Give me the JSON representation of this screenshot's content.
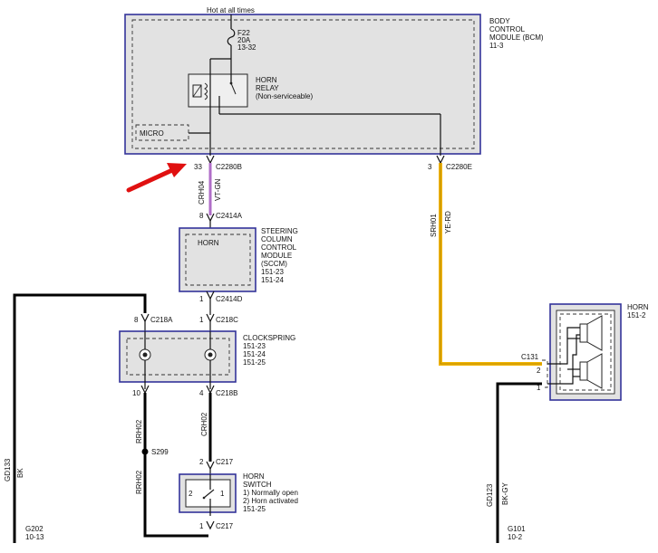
{
  "supply": {
    "label": "Hot at all times"
  },
  "fuse": {
    "name": "F22",
    "rating": "20A",
    "ref": "13-32"
  },
  "bcm": {
    "line1": "BODY",
    "line2": "CONTROL",
    "line3": "MODULE (BCM)",
    "ref": "11-3",
    "micro": "MICRO"
  },
  "relay": {
    "line1": "HORN",
    "line2": "RELAY",
    "line3": "(Non-serviceable)"
  },
  "conn_c2280b": {
    "pin": "33",
    "name": "C2280B"
  },
  "conn_c2280e": {
    "pin": "3",
    "name": "C2280E"
  },
  "wire_crh04": {
    "circuit": "CRH04",
    "color": "VT-GN"
  },
  "wire_srh01": {
    "circuit": "SRH01",
    "color": "YE-RD"
  },
  "conn_c2414a": {
    "pin": "8",
    "name": "C2414A"
  },
  "sccm": {
    "inner": "HORN",
    "line1": "STEERING",
    "line2": "COLUMN",
    "line3": "CONTROL",
    "line4": "MODULE",
    "line5": "(SCCM)",
    "ref1": "151-23",
    "ref2": "151-24"
  },
  "conn_c2414d": {
    "pin": "1",
    "name": "C2414D"
  },
  "conn_c218a": {
    "pin": "8",
    "name": "C218A"
  },
  "conn_c218c": {
    "pin": "1",
    "name": "C218C"
  },
  "clockspring": {
    "name": "CLOCKSPRING",
    "ref1": "151-23",
    "ref2": "151-24",
    "ref3": "151-25"
  },
  "conn_c218b_left": {
    "pin": "10"
  },
  "conn_c218b": {
    "pin": "4",
    "name": "C218B"
  },
  "wire_rrh02": {
    "circuit": "RRH02"
  },
  "wire_crh02": {
    "circuit": "CRH02"
  },
  "splice": {
    "name": "S299"
  },
  "conn_c217_top": {
    "pin": "2",
    "name": "C217"
  },
  "horn_switch": {
    "line1": "HORN",
    "line2": "SWITCH",
    "note1": "1) Normally open",
    "note2": "2) Horn activated",
    "ref": "151-25",
    "pin_left": "2",
    "pin_right": "1"
  },
  "conn_c217_bottom": {
    "pin": "1",
    "name": "C217"
  },
  "horn": {
    "name": "HORN",
    "ref": "151-2"
  },
  "conn_c131": {
    "name": "C131",
    "pin_top": "2",
    "pin_bottom": "1"
  },
  "wire_gd133": {
    "circuit": "GD133",
    "color": "BK"
  },
  "wire_gd123": {
    "circuit": "GD123",
    "color": "BK-GY"
  },
  "ground_g202": {
    "name": "G202",
    "ref": "10-13"
  },
  "ground_g101": {
    "name": "G101",
    "ref": "10-2"
  },
  "colors": {
    "frame": "#33339a",
    "fill": "#e2e2e2",
    "violet_wire": "#b06ec8",
    "yellow_wire": "#f2b400",
    "arrow": "#e01010"
  }
}
